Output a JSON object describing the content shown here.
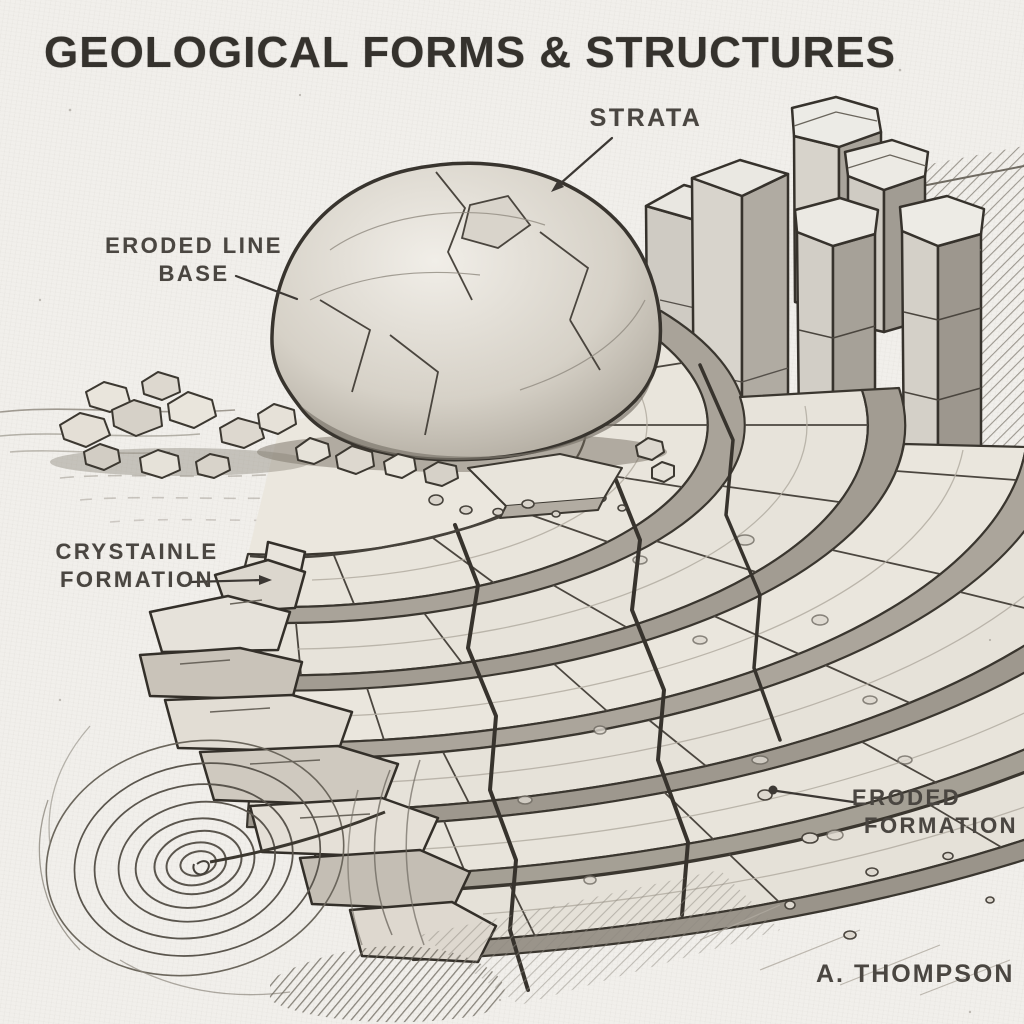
{
  "artwork": {
    "title": "GEOLOGICAL FORMS & STRUCTURES",
    "signature": "A. THOMPSON",
    "labels": {
      "strata": "STRATA",
      "eroded_line_base": {
        "line1": "ERODED LINE",
        "line2": "BASE"
      },
      "crystalline_formation": {
        "line1": "CRYSTAINLE",
        "line2": "FORMATION"
      },
      "eroded_formation": {
        "line1": "ERODED",
        "line2": "FORMATION"
      }
    },
    "colors": {
      "paper": "#f1efeb",
      "ink": "#35322d",
      "label_ink": "#4a4641",
      "pencil_dark": "#3a362f",
      "pencil_mid": "#8d887f",
      "pencil_light": "#c9c4ba"
    }
  }
}
